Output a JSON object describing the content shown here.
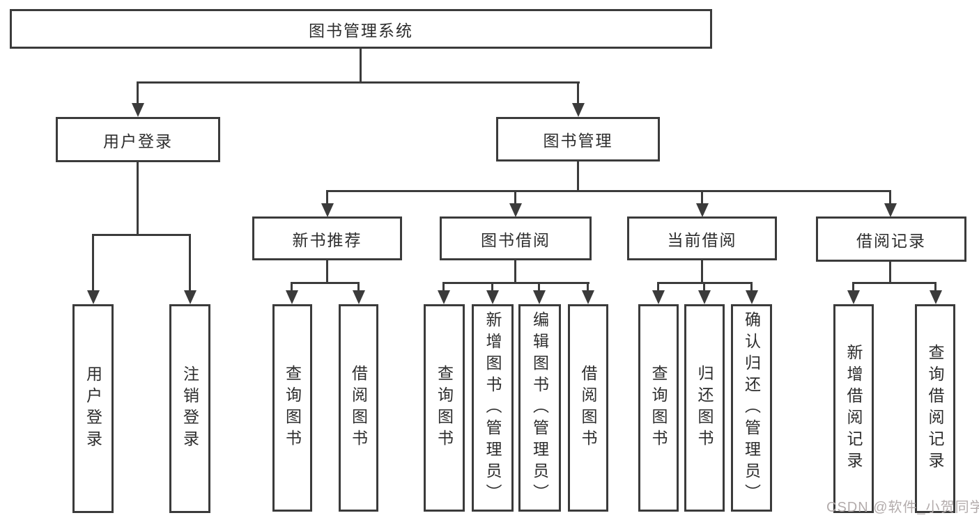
{
  "tree": {
    "root": {
      "label": "图书管理系统"
    },
    "branches": [
      {
        "label": "用户登录",
        "children": [
          {
            "label": "用户登录"
          },
          {
            "label": "注销登录"
          }
        ]
      },
      {
        "label": "图书管理",
        "sections": [
          {
            "label": "新书推荐",
            "children": [
              {
                "label": "查询图书"
              },
              {
                "label": "借阅图书"
              }
            ]
          },
          {
            "label": "图书借阅",
            "children": [
              {
                "label": "查询图书"
              },
              {
                "label": "新增图书（管理员）"
              },
              {
                "label": "编辑图书（管理员）"
              },
              {
                "label": "借阅图书"
              }
            ]
          },
          {
            "label": "当前借阅",
            "children": [
              {
                "label": "查询图书"
              },
              {
                "label": "归还图书"
              },
              {
                "label": "确认归还（管理员）"
              }
            ]
          },
          {
            "label": "借阅记录",
            "children": [
              {
                "label": "新增借阅记录"
              },
              {
                "label": "查询借阅记录"
              }
            ]
          }
        ]
      }
    ]
  },
  "watermark": "CSDN @软件_小贺同学",
  "colors": {
    "line": "#3b3b3b",
    "text": "#2d2d2d",
    "watermark": "#b3acac",
    "background": "#ffffff"
  }
}
